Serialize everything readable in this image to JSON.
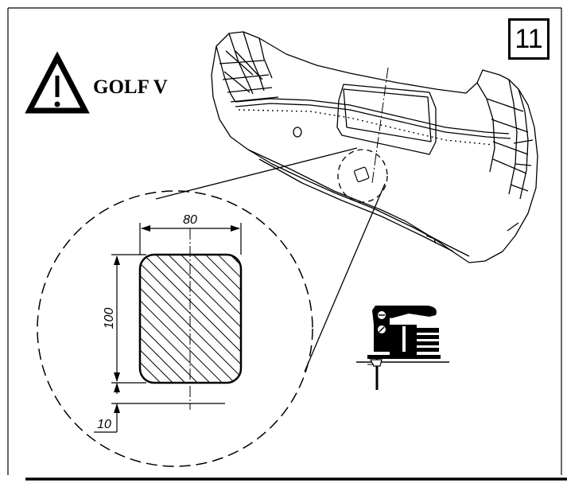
{
  "page_number": "11",
  "model_label": "GOLF V",
  "warning_icon": "warning-triangle-icon",
  "tool_icon": "jigsaw-icon",
  "cutout": {
    "width_label": "80",
    "height_label": "100",
    "offset_label": "10"
  }
}
